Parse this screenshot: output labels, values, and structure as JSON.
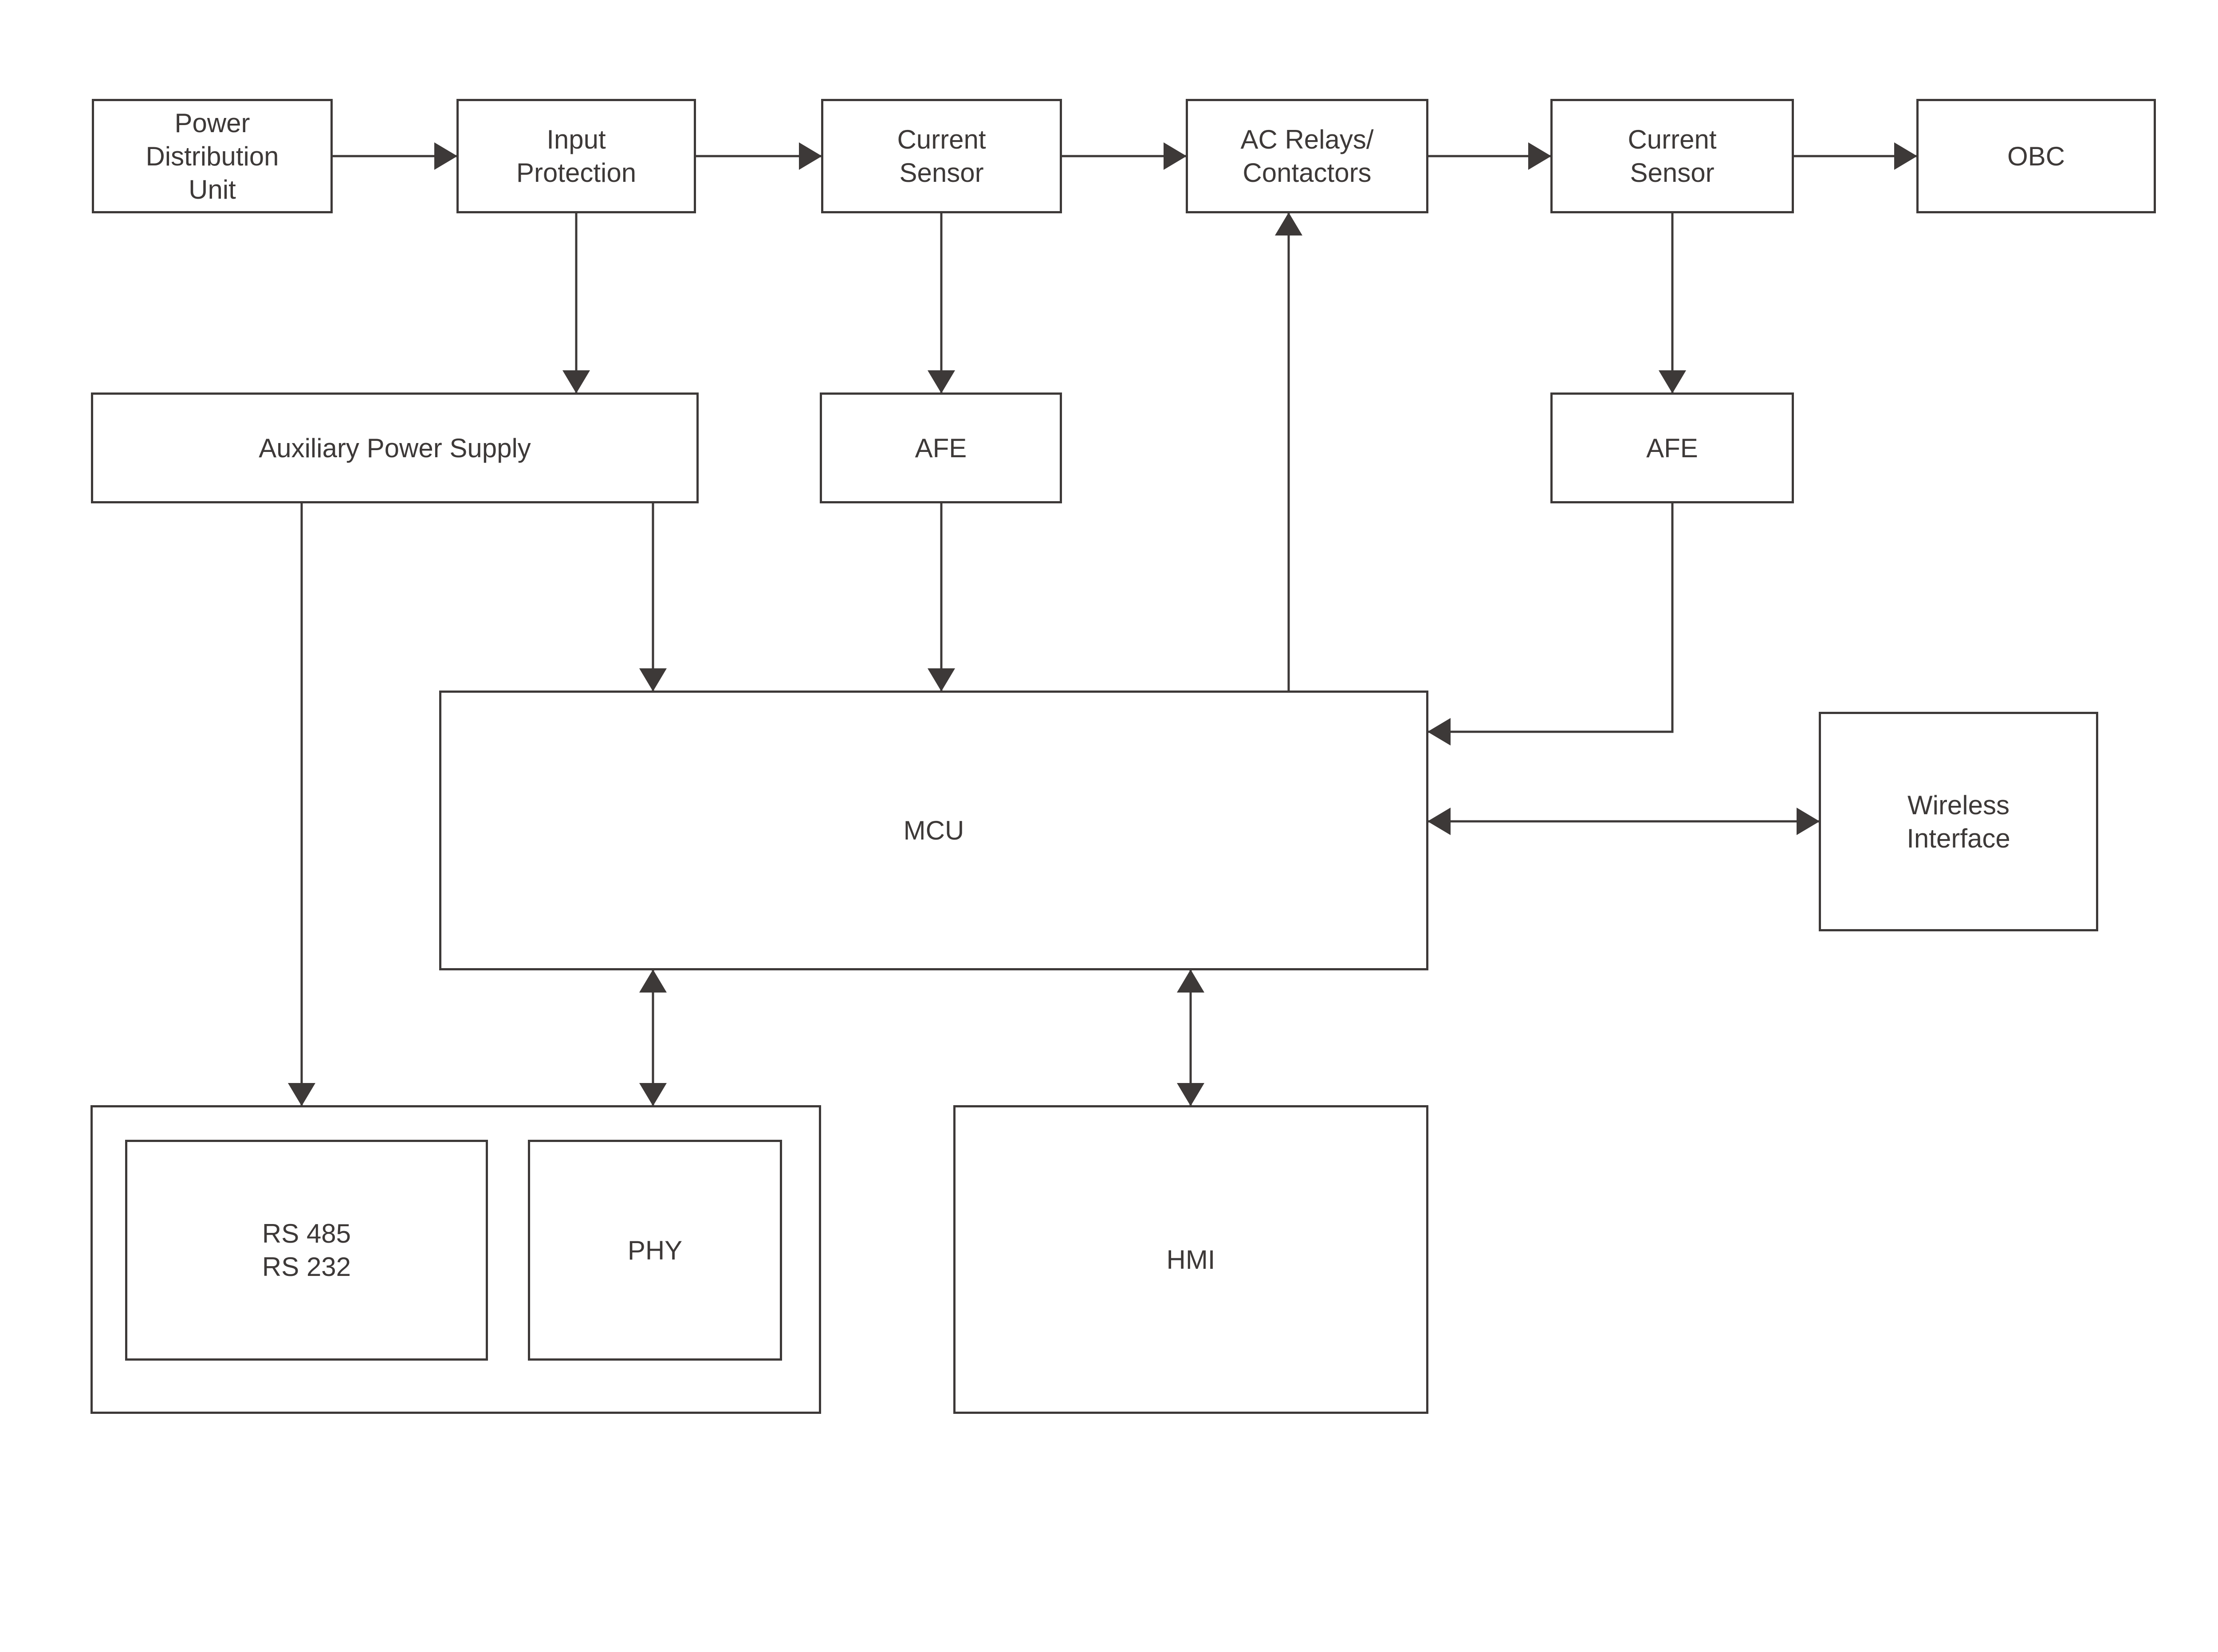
{
  "colors": {
    "background": "#ffffff",
    "line": "#3d3938",
    "text": "#3d3938",
    "box_background": "#ffffff"
  },
  "diagram": {
    "blocks": {
      "pdu": {
        "label": "Power\nDistribution\nUnit"
      },
      "input_protection": {
        "label": "Input\nProtection"
      },
      "current_sensor_1": {
        "label": "Current\nSensor"
      },
      "ac_relays": {
        "label": "AC Relays/\nContactors"
      },
      "current_sensor_2": {
        "label": "Current\nSensor"
      },
      "obc": {
        "label": "OBC"
      },
      "aux_power": {
        "label": "Auxiliary Power Supply"
      },
      "afe_1": {
        "label": "AFE"
      },
      "afe_2": {
        "label": "AFE"
      },
      "mcu": {
        "label": "MCU"
      },
      "wireless": {
        "label": "Wireless\nInterface"
      },
      "rs485_rs232": {
        "label": "RS 485\nRS 232"
      },
      "phy": {
        "label": "PHY"
      },
      "hmi": {
        "label": "HMI"
      }
    },
    "edges": [
      {
        "from": "pdu",
        "to": "input_protection",
        "arrows": "to"
      },
      {
        "from": "input_protection",
        "to": "current_sensor_1",
        "arrows": "to"
      },
      {
        "from": "current_sensor_1",
        "to": "ac_relays",
        "arrows": "to"
      },
      {
        "from": "ac_relays",
        "to": "current_sensor_2",
        "arrows": "to"
      },
      {
        "from": "current_sensor_2",
        "to": "obc",
        "arrows": "to"
      },
      {
        "from": "input_protection",
        "to": "aux_power",
        "arrows": "to"
      },
      {
        "from": "current_sensor_1",
        "to": "afe_1",
        "arrows": "to"
      },
      {
        "from": "current_sensor_2",
        "to": "afe_2",
        "arrows": "to"
      },
      {
        "from": "aux_power",
        "to": "mcu",
        "arrows": "to"
      },
      {
        "from": "afe_1",
        "to": "mcu",
        "arrows": "to"
      },
      {
        "from": "afe_2",
        "to": "mcu",
        "arrows": "to"
      },
      {
        "from": "mcu",
        "to": "ac_relays",
        "arrows": "to"
      },
      {
        "from": "aux_power",
        "to": "comms_group",
        "arrows": "to"
      },
      {
        "from": "mcu",
        "to": "comms_group",
        "arrows": "both"
      },
      {
        "from": "mcu",
        "to": "hmi",
        "arrows": "both"
      },
      {
        "from": "mcu",
        "to": "wireless",
        "arrows": "both"
      }
    ]
  }
}
